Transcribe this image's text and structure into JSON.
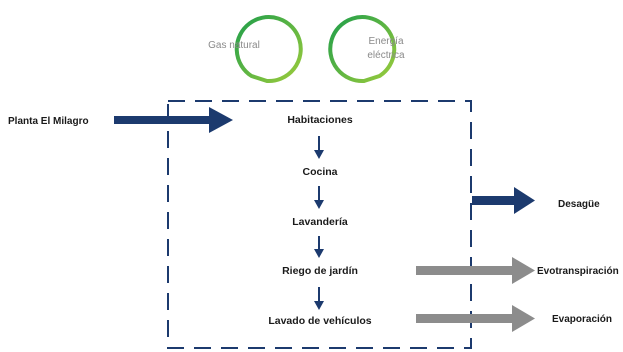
{
  "colors": {
    "navy": "#1c3a6e",
    "gray": "#8c8c8c",
    "green_dark": "#1f9e4a",
    "green_light": "#9ccc3c",
    "text": "#1a1a1a",
    "source_text": "#8a8a8a"
  },
  "sources": [
    {
      "line1": "Gas natural",
      "line2": ""
    },
    {
      "line1": "Energía",
      "line2": "eléctrica"
    }
  ],
  "input": {
    "label": "Planta El Milagro"
  },
  "stages": [
    "Habitaciones",
    "Cocina",
    "Lavandería",
    "Riego de jardín",
    "Lavado de vehículos"
  ],
  "outputs": [
    {
      "label": "Desagüe",
      "arrow": "navy"
    },
    {
      "label": "Evotranspiración",
      "arrow": "gray"
    },
    {
      "label": "Evaporación",
      "arrow": "gray"
    }
  ]
}
